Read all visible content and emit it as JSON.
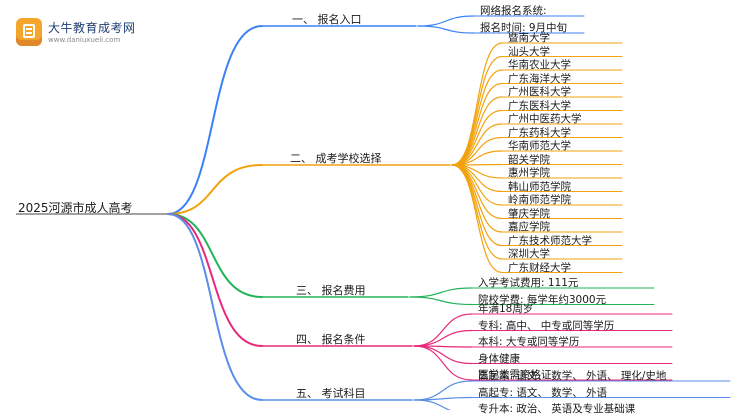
{
  "logo": {
    "name": "大牛教育成考网",
    "url": "www.daniuxueli.com"
  },
  "root": "2025河源市成人高考",
  "colors": {
    "b1": "#3b82f6",
    "b2": "#f2a20c",
    "b3": "#22b35b",
    "b4": "#e8287a",
    "b5": "#5a8ee8"
  },
  "branches": [
    {
      "label": "一、 报名入口",
      "items": [
        "网络报名系统:",
        "报名时间: 9月中旬"
      ]
    },
    {
      "label": "二、 成考学校选择",
      "items": [
        "暨南大学",
        "汕头大学",
        "华南农业大学",
        "广东海洋大学",
        "广州医科大学",
        "广东医科大学",
        "广州中医药大学",
        "广东药科大学",
        "华南师范大学",
        "韶关学院",
        "惠州学院",
        "韩山师范学院",
        "岭南师范学院",
        "肇庆学院",
        "嘉应学院",
        "广东技术师范大学",
        "深圳大学",
        "广东财经大学"
      ]
    },
    {
      "label": "三、 报名费用",
      "items": [
        "入学考试费用: 111元",
        "院校学费: 每学年约3000元"
      ]
    },
    {
      "label": "四、 报名条件",
      "items": [
        "年满18周岁",
        "专科: 高中、 中专或同等学历",
        "本科: 大专或同等学历",
        "身体健康",
        "医学类需资格证"
      ]
    },
    {
      "label": "五、 考试科目",
      "items": [
        "高起本: 语文、 数学、 外语、 理化/史地",
        "高起专: 语文、 数学、 外语",
        "专升本: 政治、 英语及专业基础课"
      ]
    }
  ]
}
